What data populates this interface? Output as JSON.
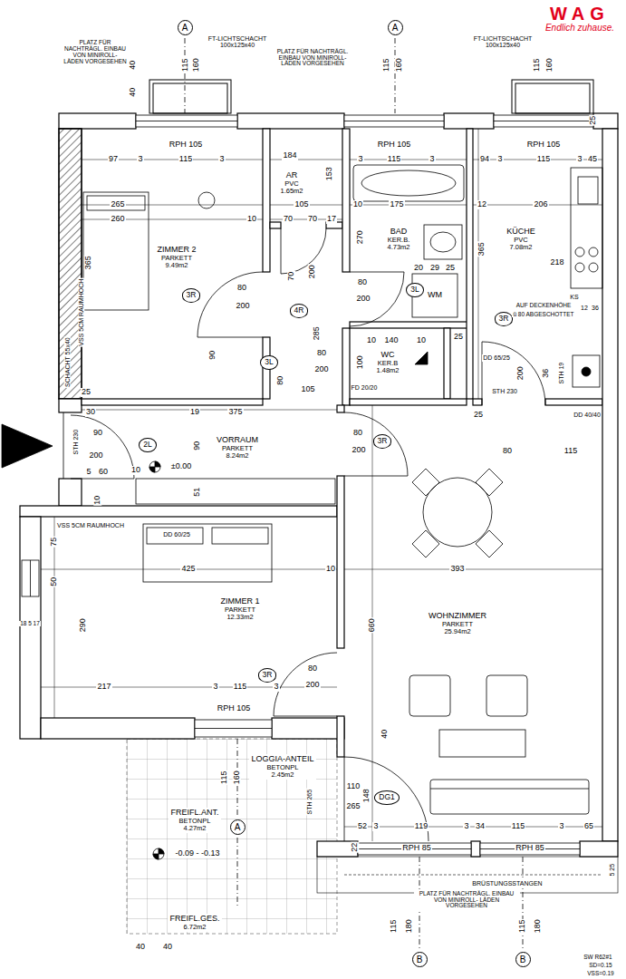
{
  "diagram": {
    "nodes": [
      {
        "text": [
          "WAG",
          "Endlich zuhause."
        ]
      },
      {
        "text": [
          "A"
        ]
      },
      {
        "text": [
          "A"
        ]
      },
      {
        "text": [
          "ZIMMER 2",
          "PARKETT",
          "9.49m2"
        ]
      },
      {
        "text": [
          "AR",
          "PVC",
          "1.65m2"
        ]
      },
      {
        "text": [
          "BAD",
          "KER.B.",
          "4.73m2"
        ]
      },
      {
        "text": [
          "KÜCHE",
          "PVC",
          "7.08m2"
        ]
      },
      {
        "text": [
          "3R"
        ]
      },
      {
        "text": [
          "4R"
        ]
      },
      {
        "text": [
          "3L"
        ]
      },
      {
        "text": [
          "3R"
        ]
      },
      {
        "text": [
          "WC",
          "KER.B",
          "1.48m2"
        ]
      },
      {
        "text": [
          "3L"
        ]
      },
      {
        "text": [
          "VORRAUM",
          "PARKETT",
          "8.24m2"
        ]
      },
      {
        "text": [
          "2L"
        ]
      },
      {
        "text": [
          "3R"
        ]
      },
      {
        "text": [
          "ZIMMER 1",
          "PARKETT",
          "12.33m2"
        ]
      },
      {
        "text": [
          "WOHNZIMMER",
          "PARKETT",
          "25.94m2"
        ]
      },
      {
        "text": [
          "3R"
        ]
      },
      {
        "text": [
          "LOGGIA-ANTEIL",
          "BETONPL",
          "2.45m2"
        ]
      },
      {
        "text": [
          "DG1"
        ]
      },
      {
        "text": [
          "A"
        ]
      },
      {
        "text": [
          "FREIFL.ANT.",
          "BETONPL",
          "4.27m2"
        ]
      },
      {
        "text": [
          "FREIFL.GES.",
          "6.72m2"
        ]
      },
      {
        "text": [
          "B"
        ]
      },
      {
        "text": [
          "B"
        ]
      }
    ],
    "labels": [
      "40",
      "40",
      "PLATZ FÜR NACHTRÄGL. EINBAU VON MINIROLL- LÄDEN VORGESEHEN",
      "115",
      "160",
      "FT-LICHTSCHACHT 100x125x40",
      "PLATZ FÜR NACHTRÄGL. EINBAU VON MINIROLL- LÄDEN VORGESEHEN",
      "115",
      "160",
      "FT-LICHTSCHACHT 100x125x40",
      "115",
      "160",
      "25",
      "RPH 105",
      "RPH 105",
      "RPH 105",
      "97",
      "3",
      "115",
      "3",
      "184",
      "3",
      "115",
      "3",
      "94",
      "3",
      "115",
      "3",
      "45",
      "153",
      "265",
      "260",
      "10",
      "105",
      "10",
      "175",
      "12",
      "206",
      "70",
      "70",
      "17",
      "365",
      "270",
      "365",
      "218",
      "20",
      "29",
      "25",
      "WM",
      "80",
      "200",
      "70",
      "200",
      "80",
      "200",
      "AUF DECKENHÖHE",
      "ü 80 ABGESCHOTTET",
      "KS",
      "12",
      "36",
      "285",
      "VSS 5CM RAUMHOCH",
      "SCHACHT 55x40",
      "90",
      "140",
      "10",
      "10",
      "25",
      "100",
      "80",
      "200",
      "80",
      "105",
      "FD 20/20",
      "DD 65/25",
      "200",
      "36",
      "STH 19",
      "STH 230",
      "DD 40/40",
      "25",
      "30",
      "19",
      "375",
      "25",
      "90",
      "STH 230",
      "200",
      "90",
      "5",
      "60",
      "10",
      "±0.00",
      "80",
      "200",
      "80",
      "115",
      "51",
      "10",
      "VSS 5CM RAUMHOCH",
      "DD 60/25",
      "75",
      "50",
      "425",
      "10",
      "393",
      "290",
      "18 5 17",
      "660",
      "217",
      "3",
      "115",
      "3",
      "80",
      "200",
      "RPH 105",
      "40",
      "115",
      "160",
      "STH 265",
      "110",
      "265",
      "148",
      "52",
      "3",
      "119",
      "3",
      "34",
      "115",
      "3",
      "65",
      "22",
      "RPH 85",
      "RPH 85",
      "5 25",
      "-0.09 - -0.13",
      "BRÜSTUNGSSTANGEN",
      "PLATZ FÜR NACHTRÄGL. EINBAU VON MINIROLL- LÄDEN VORGESEHEN",
      "115",
      "180",
      "115",
      "180",
      "40",
      "40",
      "SW R62#1",
      "SD=0.15",
      "VSS=0.19"
    ]
  }
}
